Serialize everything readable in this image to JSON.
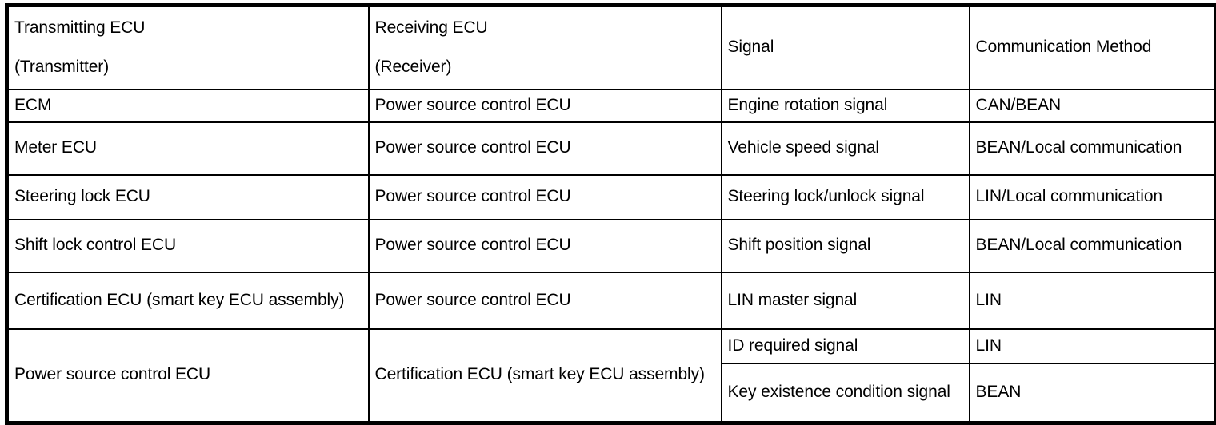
{
  "table": {
    "columns": [
      {
        "id": "transmitting-ecu",
        "line1": "Transmitting ECU",
        "line2": "(Transmitter)",
        "two_line": true
      },
      {
        "id": "receiving-ecu",
        "line1": "Receiving ECU",
        "line2": "(Receiver)",
        "two_line": true
      },
      {
        "id": "signal",
        "line1": "Signal",
        "line2": "",
        "two_line": false
      },
      {
        "id": "communication-method",
        "line1": "Communication Method",
        "line2": "",
        "two_line": false
      }
    ],
    "rows": [
      {
        "transmitter": "ECM",
        "receiver": "Power source control ECU",
        "signal": "Engine rotation signal",
        "method": "CAN/BEAN"
      },
      {
        "transmitter": "Meter ECU",
        "receiver": "Power source control ECU",
        "signal": "Vehicle speed signal",
        "method": "BEAN/Local communication"
      },
      {
        "transmitter": "Steering lock ECU",
        "receiver": "Power source control ECU",
        "signal": "Steering lock/unlock signal",
        "method": "LIN/Local communication"
      },
      {
        "transmitter": "Shift lock control ECU",
        "receiver": "Power source control ECU",
        "signal": "Shift position signal",
        "method": "BEAN/Local communication"
      },
      {
        "transmitter": "Certification ECU (smart key ECU assembly)",
        "receiver": "Power source control ECU",
        "signal": "LIN master signal",
        "method": "LIN"
      },
      {
        "transmitter": "Power source control ECU",
        "receiver": "Certification ECU (smart key ECU assembly)",
        "signal": "ID required signal",
        "method": "LIN"
      },
      {
        "transmitter": "",
        "receiver": "",
        "signal": "Key existence condition signal",
        "method": "BEAN"
      }
    ]
  },
  "colors": {
    "border": "#000000",
    "background": "#ffffff",
    "text": "#000000"
  }
}
